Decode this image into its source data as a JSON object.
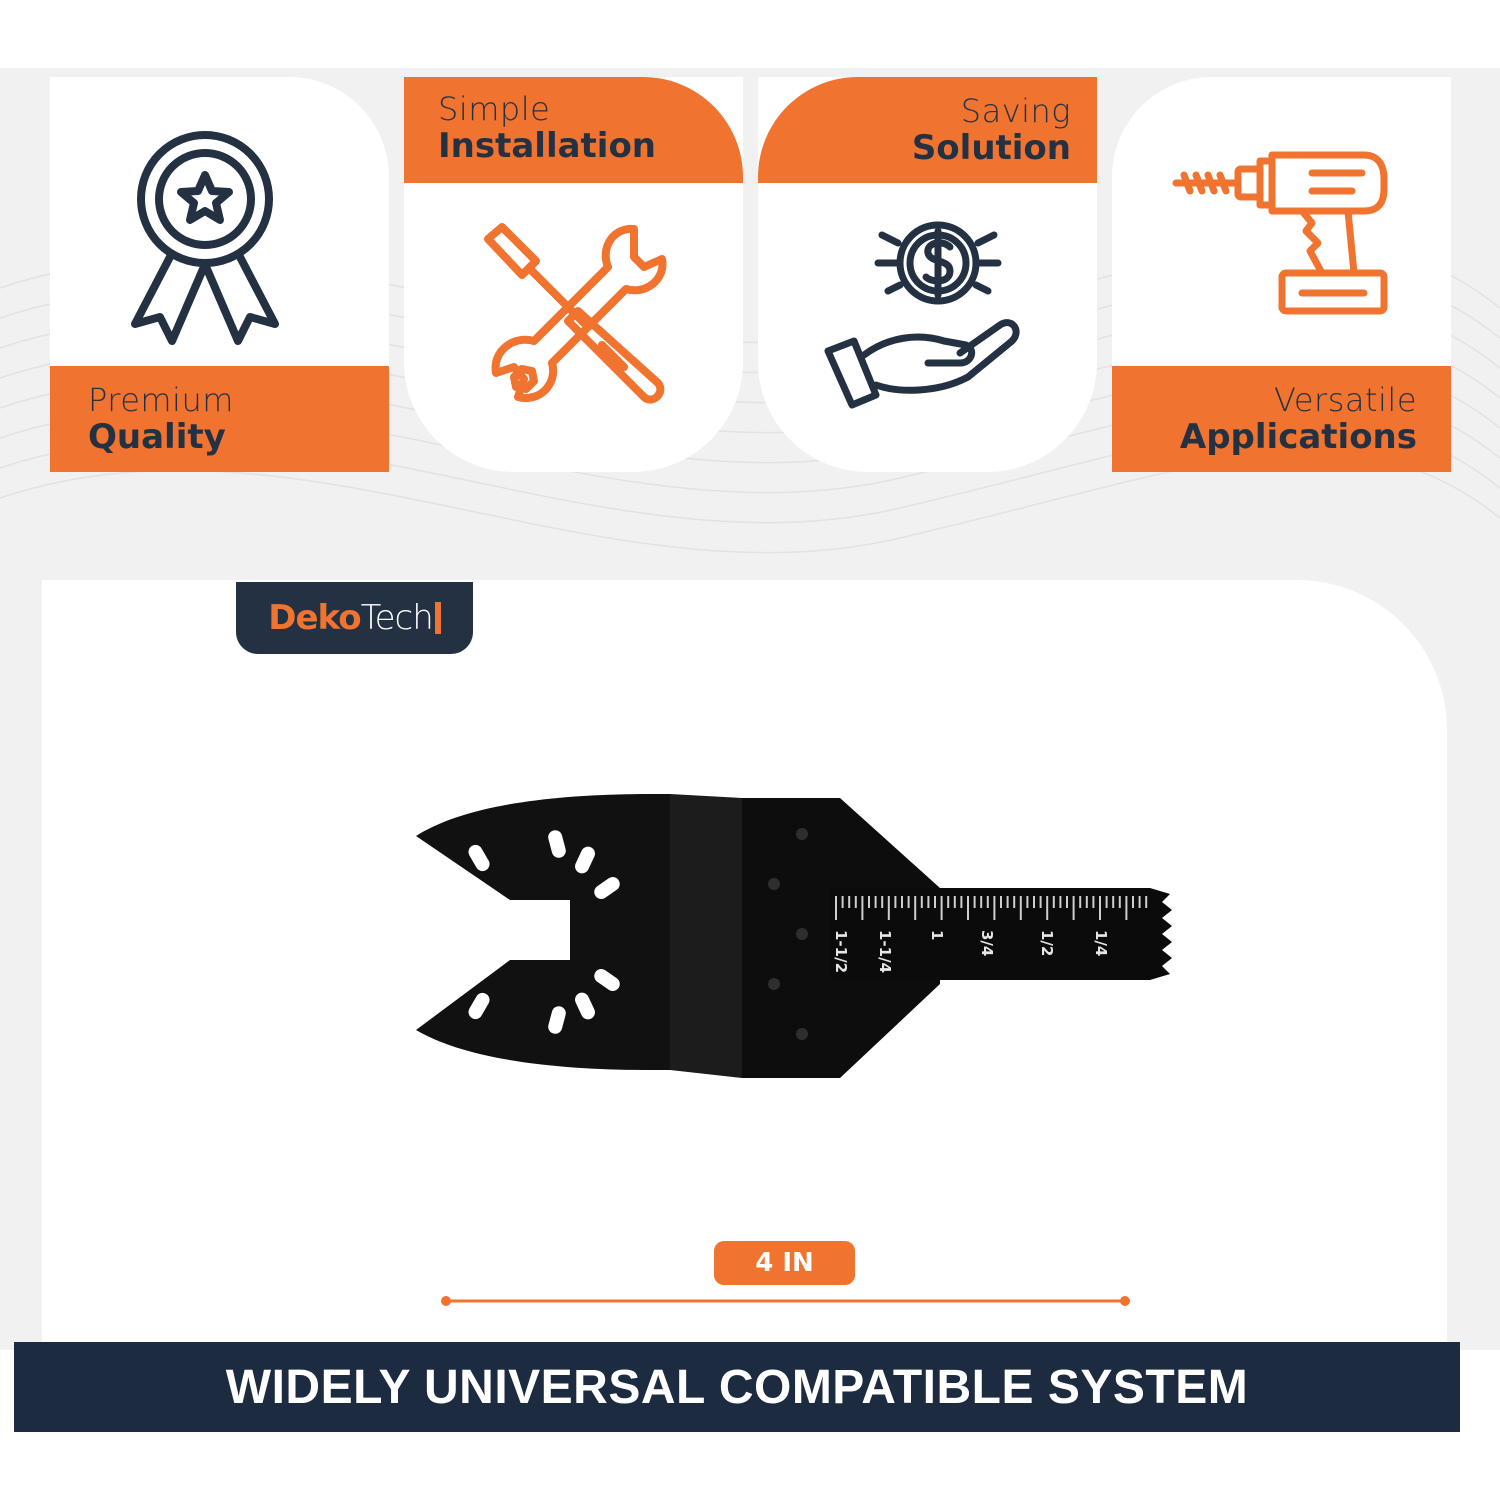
{
  "features": [
    {
      "light": "Premium",
      "bold": "Quality",
      "icon": "award-ribbon-icon"
    },
    {
      "light": "Simple",
      "bold": "Installation",
      "icon": "wrench-screwdriver-icon"
    },
    {
      "light": "Saving",
      "bold": "Solution",
      "icon": "hand-coin-icon"
    },
    {
      "light": "Versatile",
      "bold": "Applications",
      "icon": "drill-icon"
    }
  ],
  "brand": {
    "part1": "Deko",
    "part2": "Tech"
  },
  "ruler_marks": [
    "1-1/2",
    "1-1/4",
    "1",
    "3/4",
    "1/2",
    "1/4"
  ],
  "dimension": "4 IN",
  "banner": "WIDELY UNIVERSAL COMPATIBLE SYSTEM",
  "colors": {
    "accent": "#f0732f",
    "navy": "#233142",
    "banner": "#1c2b3f"
  }
}
